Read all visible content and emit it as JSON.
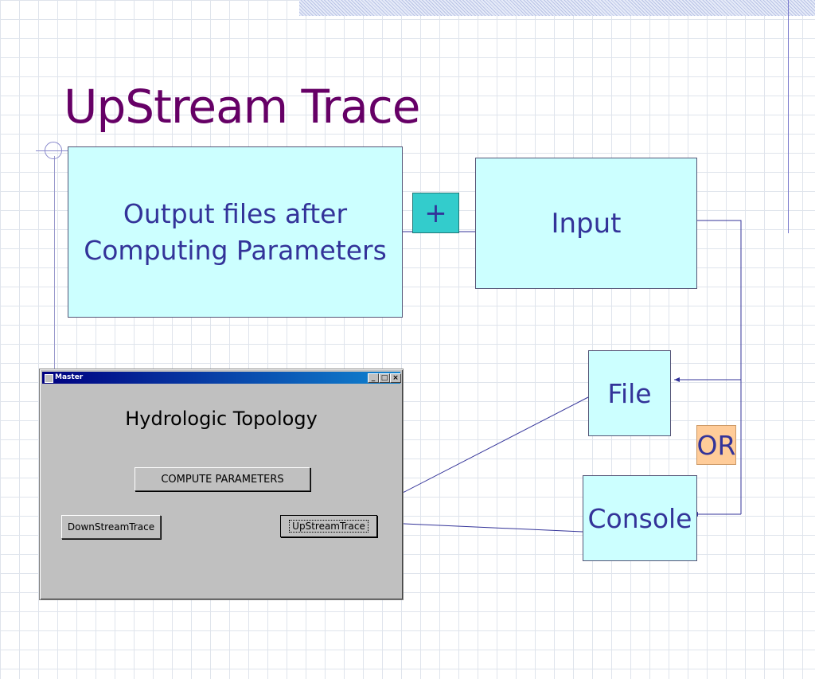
{
  "slide": {
    "title": "UpStream Trace"
  },
  "diagram": {
    "output_box": {
      "line1": "Output files after",
      "line2": "Computing Parameters"
    },
    "plus_label": "+",
    "input_label": "Input",
    "file_label": "File",
    "or_label": "OR",
    "console_label": "Console"
  },
  "app_window": {
    "title": "Master",
    "window_controls": {
      "minimize": "_",
      "maximize": "□",
      "close": "×"
    },
    "heading": "Hydrologic Topology",
    "compute_button": "COMPUTE PARAMETERS",
    "downstream_button": "DownStreamTrace",
    "upstream_button": "UpStreamTrace"
  },
  "colors": {
    "title": "#660066",
    "box_fill": "#ccffff",
    "box_text": "#333399",
    "plus_fill": "#33cccc",
    "or_fill": "#ffcc99",
    "connector": "#333399"
  }
}
